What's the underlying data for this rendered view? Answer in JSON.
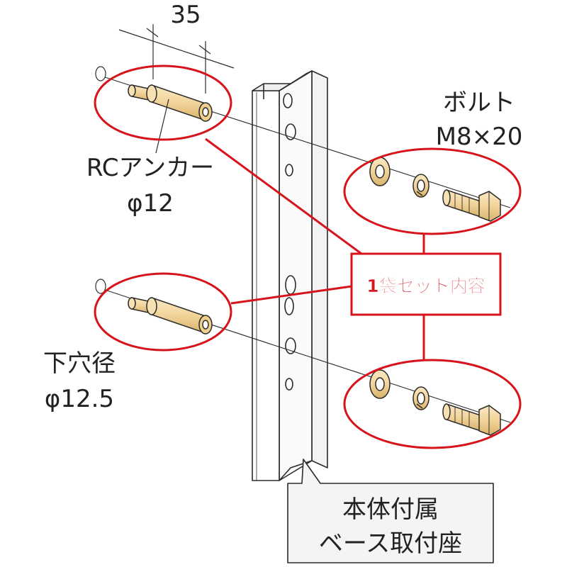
{
  "dimension": {
    "value": "35"
  },
  "bolt": {
    "name": "ボルト",
    "spec": "M8×20"
  },
  "anchor": {
    "name": "RCアンカー",
    "diameter": "φ12"
  },
  "hole": {
    "name": "下穴径",
    "diameter": "φ12.5"
  },
  "set_box": {
    "label": "1袋セット内容"
  },
  "base_callout": {
    "line1": "本体付属",
    "line2": "ベース取付座"
  },
  "colors": {
    "accent": "#d7141c",
    "brass": "#f2d49a",
    "brass_shade": "#d9b26a",
    "outline": "#2b2b2b",
    "callout_fill": "#f4f4f4"
  },
  "icons": [
    "rc-anchor-icon",
    "washer-icon",
    "spring-washer-icon",
    "hex-bolt-icon",
    "steel-channel-icon"
  ]
}
